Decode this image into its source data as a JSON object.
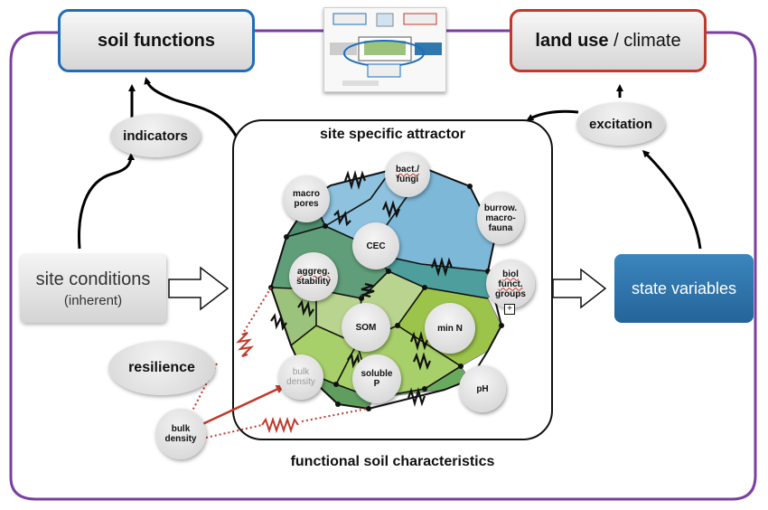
{
  "boxes": {
    "soil_functions": "soil functions",
    "land_use_bold": "land use",
    "land_use_rest": " / climate",
    "site_conditions": "site conditions",
    "site_conditions_sub": "(inherent)",
    "state_variables": "state variables"
  },
  "bubbles": {
    "indicators": "indicators",
    "excitation": "excitation",
    "resilience": "resilience",
    "bulk_density_outer_1": "bulk",
    "bulk_density_outer_2": "density"
  },
  "attractor": {
    "title": "site specific attractor",
    "caption": "functional soil characteristics"
  },
  "nodes": {
    "bact_1": "bact./",
    "bact_2": "fungi",
    "macro_1": "macro",
    "macro_2": "pores",
    "burrow_1": "burrow.",
    "burrow_2": "macro-",
    "burrow_3": "fauna",
    "cec": "CEC",
    "aggreg_1": "aggreg.",
    "aggreg_2": "stability",
    "biol_1": "biol",
    "biol_2": "funct.",
    "biol_3": "groups",
    "som": "SOM",
    "min_n": "min N",
    "bulk_inner_1": "bulk",
    "bulk_inner_2": "density",
    "soluble_1": "soluble",
    "soluble_2": "P",
    "ph": "pH"
  },
  "colors": {
    "soil_functions_border": "#1f6db8",
    "land_use_border": "#c0392b",
    "frame_purple": "#7b3fa0",
    "state_variables_fill": "#2e78ae",
    "spring_red": "#c0392b"
  }
}
